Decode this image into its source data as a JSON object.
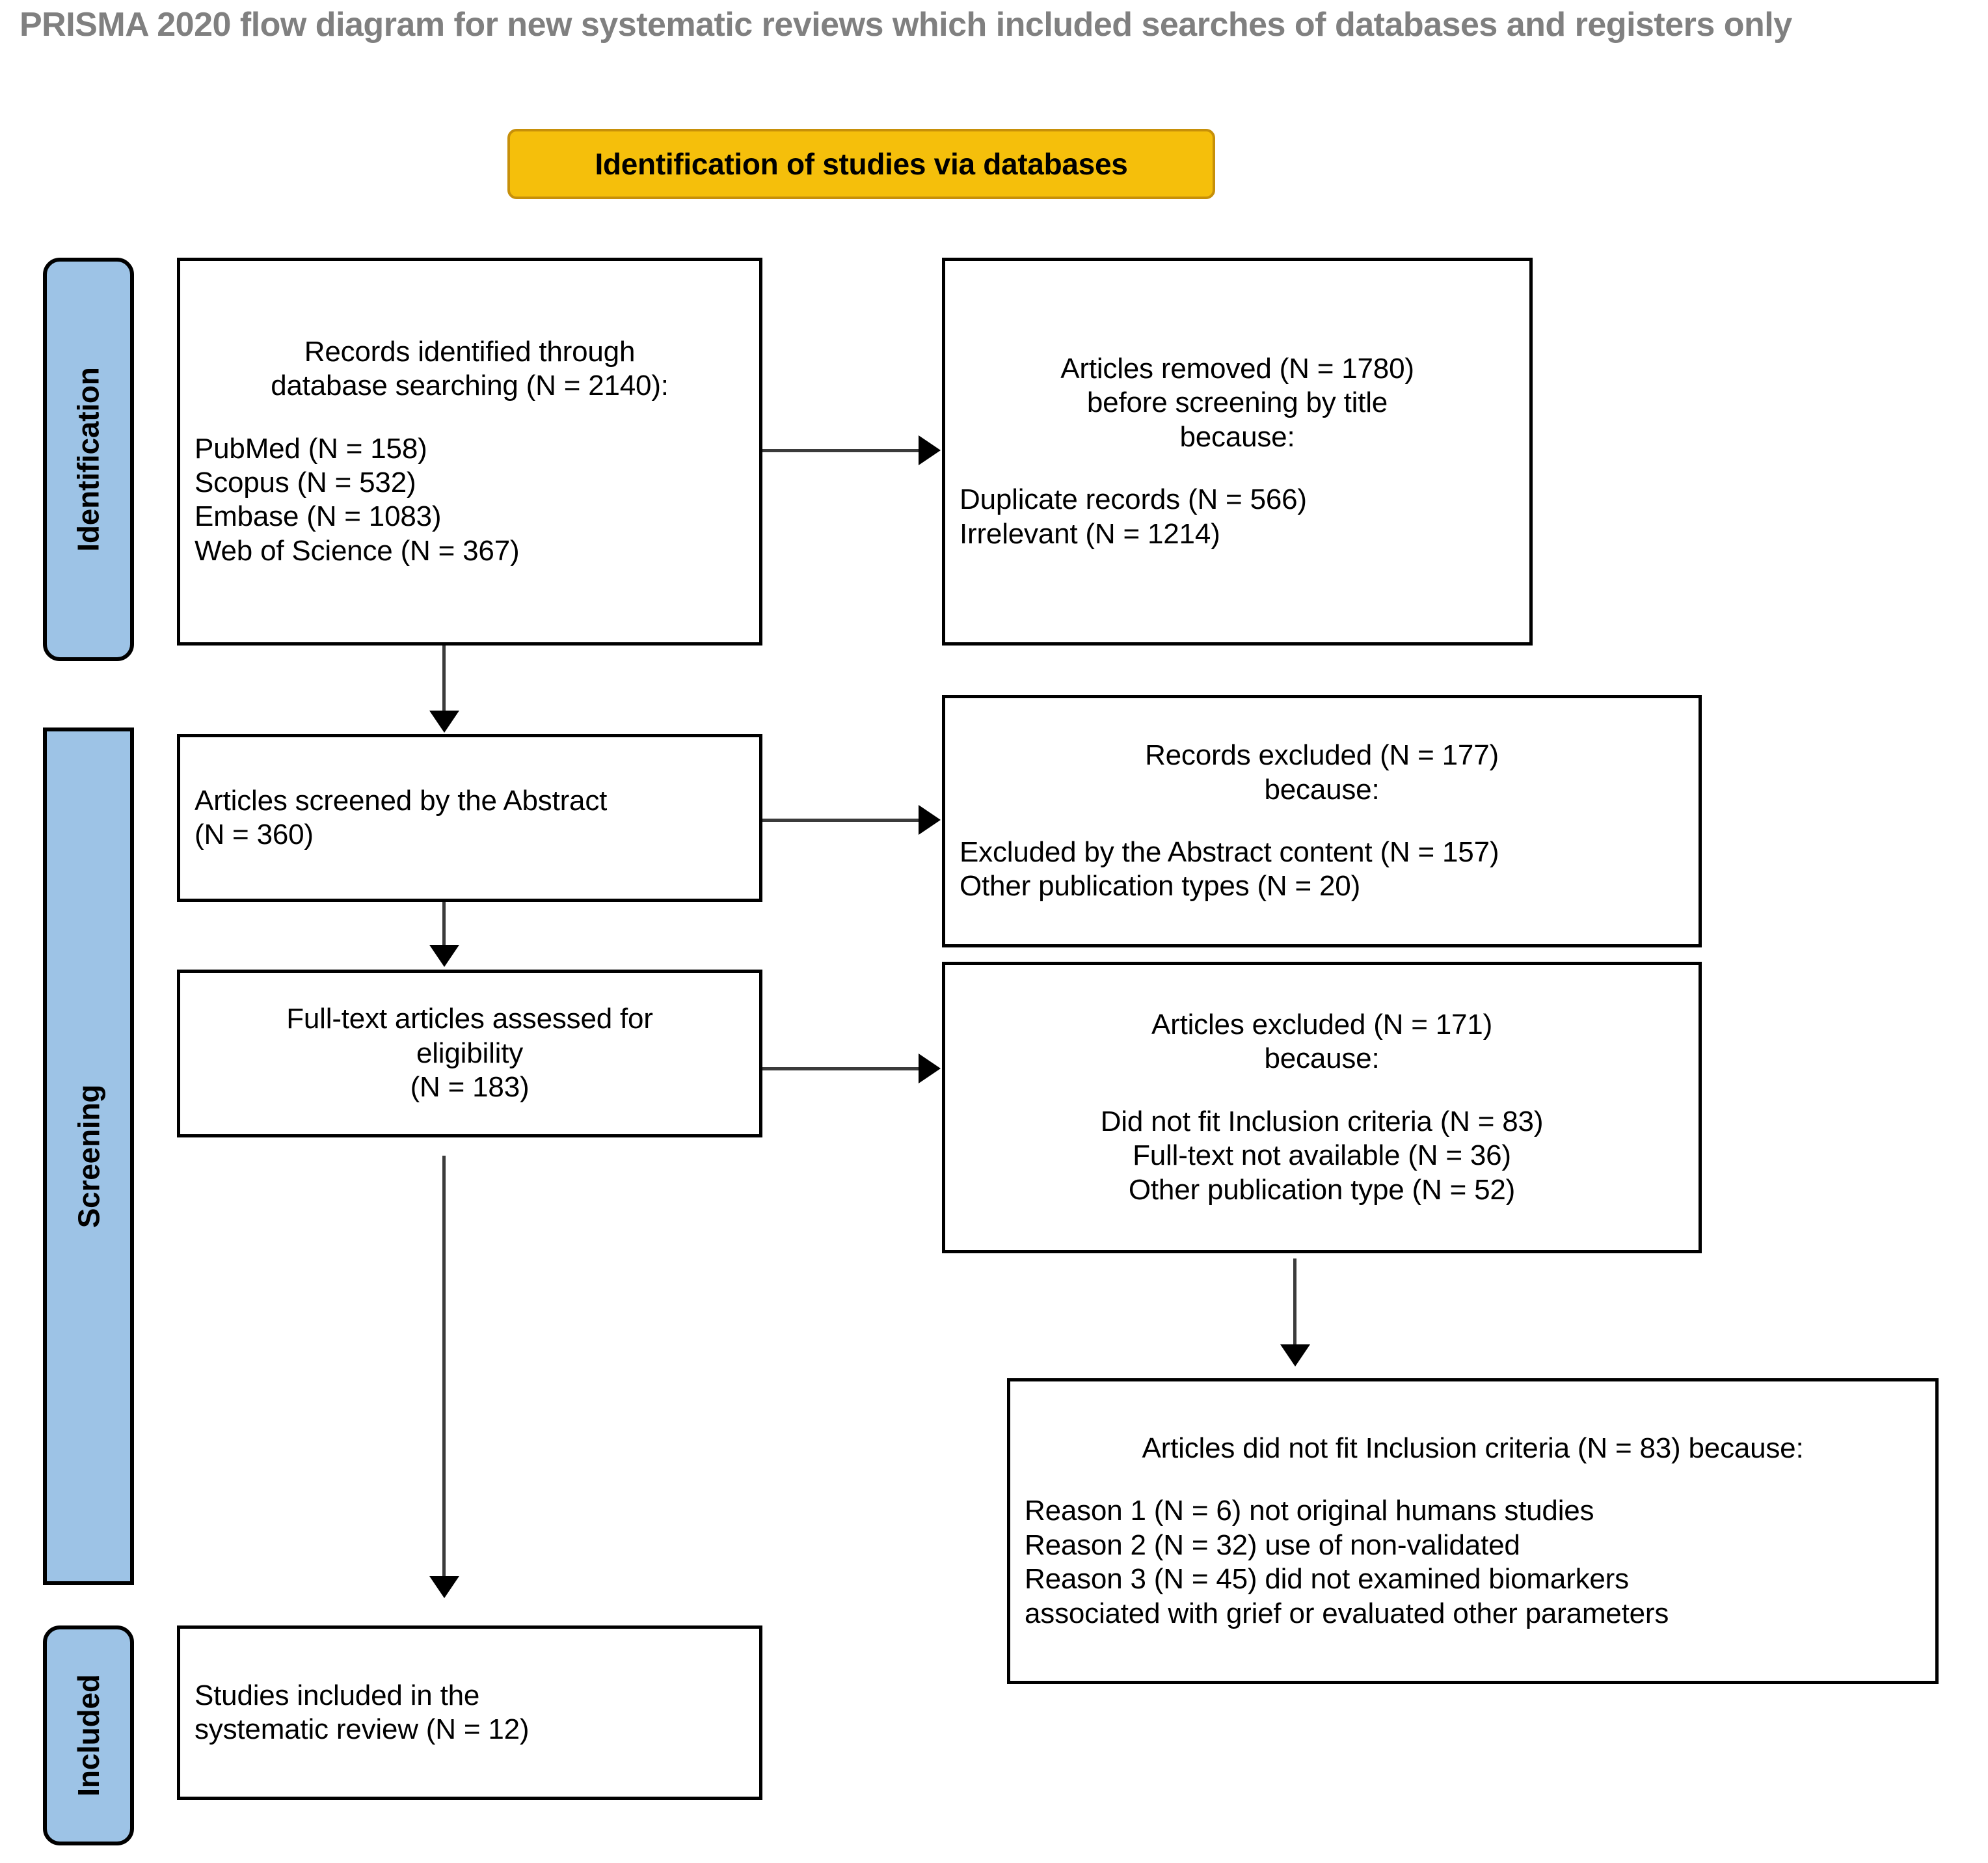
{
  "page": {
    "title": "PRISMA 2020 flow diagram for new systematic reviews which included searches of databases and registers only"
  },
  "banner": {
    "label": "Identification of studies via databases"
  },
  "colors": {
    "banner_fill": "#F5BF0B",
    "banner_border": "#C79009",
    "stage_fill": "#9DC3E6",
    "box_border": "#000000",
    "title_text": "#808080",
    "connector": "#3b3b3b"
  },
  "stages": [
    {
      "id": "identification",
      "label": "Identification"
    },
    {
      "id": "screening",
      "label": "Screening"
    },
    {
      "id": "included",
      "label": "Included"
    }
  ],
  "boxes": {
    "records_identified": {
      "line1": "Records identified through",
      "line2": "database searching (N = 2140):",
      "source1": "PubMed (N = 158)",
      "source2": "Scopus (N = 532)",
      "source3": "Embase (N = 1083)",
      "source4": "Web of Science (N = 367)"
    },
    "articles_removed": {
      "line1": "Articles removed (N = 1780)",
      "line2": "before screening by title",
      "line3": "because:",
      "reason1": "Duplicate records (N = 566)",
      "reason2": "Irrelevant (N = 1214)"
    },
    "articles_screened": {
      "line1": "Articles screened by the Abstract",
      "line2": "(N = 360)"
    },
    "records_excluded": {
      "line1": "Records excluded (N = 177)",
      "line2": "because:",
      "reason1": "Excluded by the Abstract content (N = 157)",
      "reason2": "Other publication types (N = 20)"
    },
    "fulltext_assessed": {
      "line1": "Full-text articles assessed for",
      "line2": "eligibility",
      "line3": "(N = 183)"
    },
    "articles_excluded": {
      "line1": "Articles excluded (N = 171)",
      "line2": "because:",
      "reason1": "Did not fit Inclusion criteria (N = 83)",
      "reason2": "Full-text not available (N = 36)",
      "reason3": "Other publication type (N = 52)"
    },
    "inclusion_reasons": {
      "line1": "Articles did not fit Inclusion criteria (N = 83) because:",
      "reason1": "Reason 1 (N = 6) not original humans studies",
      "reason2": "Reason 2 (N = 32) use of non-validated",
      "reason3": "Reason 3 (N = 45) did not examined biomarkers",
      "reason3b": "associated with grief or evaluated other parameters"
    },
    "studies_included": {
      "line1": "Studies included in the",
      "line2": "systematic review (N = 12)"
    }
  },
  "chart_data": {
    "type": "diagram",
    "title": "PRISMA 2020 flow diagram for new systematic reviews which included searches of databases and registers only",
    "nodes": [
      {
        "id": "records_identified",
        "stage": "Identification",
        "label": "Records identified through database searching",
        "n": 2140,
        "breakdown": [
          {
            "name": "PubMed",
            "n": 158
          },
          {
            "name": "Scopus",
            "n": 532
          },
          {
            "name": "Embase",
            "n": 1083
          },
          {
            "name": "Web of Science",
            "n": 367
          }
        ]
      },
      {
        "id": "articles_removed",
        "stage": "Identification",
        "label": "Articles removed before screening by title",
        "n": 1780,
        "breakdown": [
          {
            "name": "Duplicate records",
            "n": 566
          },
          {
            "name": "Irrelevant",
            "n": 1214
          }
        ]
      },
      {
        "id": "articles_screened",
        "stage": "Screening",
        "label": "Articles screened by the Abstract",
        "n": 360
      },
      {
        "id": "records_excluded",
        "stage": "Screening",
        "label": "Records excluded",
        "n": 177,
        "breakdown": [
          {
            "name": "Excluded by the Abstract content",
            "n": 157
          },
          {
            "name": "Other publication types",
            "n": 20
          }
        ]
      },
      {
        "id": "fulltext_assessed",
        "stage": "Screening",
        "label": "Full-text articles assessed for eligibility",
        "n": 183
      },
      {
        "id": "articles_excluded",
        "stage": "Screening",
        "label": "Articles excluded",
        "n": 171,
        "breakdown": [
          {
            "name": "Did not fit Inclusion criteria",
            "n": 83
          },
          {
            "name": "Full-text not available",
            "n": 36
          },
          {
            "name": "Other publication type",
            "n": 52
          }
        ]
      },
      {
        "id": "inclusion_reasons",
        "stage": "Screening",
        "label": "Articles did not fit Inclusion criteria",
        "n": 83,
        "breakdown": [
          {
            "name": "Reason 1 not original humans studies",
            "n": 6
          },
          {
            "name": "Reason 2 use of non-validated",
            "n": 32
          },
          {
            "name": "Reason 3 did not examined biomarkers associated with grief or evaluated other parameters",
            "n": 45
          }
        ]
      },
      {
        "id": "studies_included",
        "stage": "Included",
        "label": "Studies included in the systematic review",
        "n": 12
      }
    ],
    "edges": [
      {
        "from": "records_identified",
        "to": "articles_removed",
        "direction": "right"
      },
      {
        "from": "records_identified",
        "to": "articles_screened",
        "direction": "down"
      },
      {
        "from": "articles_screened",
        "to": "records_excluded",
        "direction": "right"
      },
      {
        "from": "articles_screened",
        "to": "fulltext_assessed",
        "direction": "down"
      },
      {
        "from": "fulltext_assessed",
        "to": "articles_excluded",
        "direction": "right"
      },
      {
        "from": "fulltext_assessed",
        "to": "studies_included",
        "direction": "down"
      },
      {
        "from": "articles_excluded",
        "to": "inclusion_reasons",
        "direction": "down"
      }
    ]
  }
}
